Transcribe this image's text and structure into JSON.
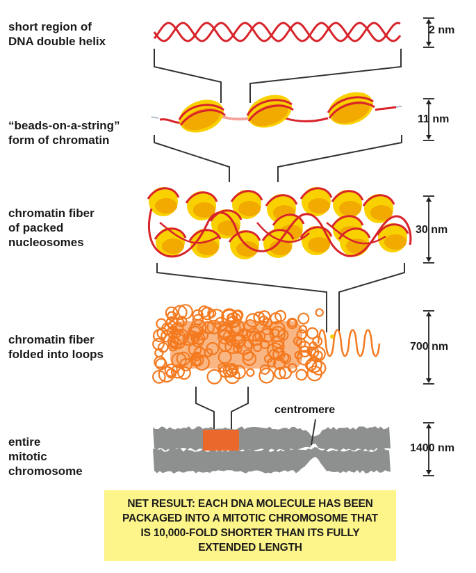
{
  "levels": [
    {
      "id": "dna",
      "lines": [
        "short region of",
        "DNA double helix"
      ],
      "scale": "2 nm"
    },
    {
      "id": "beads",
      "lines": [
        "“beads-on-a-string”",
        "form of chromatin"
      ],
      "scale": "11 nm"
    },
    {
      "id": "fiber30",
      "lines": [
        "chromatin fiber",
        "of packed",
        "nucleosomes"
      ],
      "scale": "30 nm"
    },
    {
      "id": "loops",
      "lines": [
        "chromatin fiber",
        "folded into loops"
      ],
      "scale": "700 nm"
    },
    {
      "id": "chromosome",
      "lines": [
        "entire",
        "mitotic",
        "chromosome"
      ],
      "scale": "1400 nm"
    }
  ],
  "centromere_label": "centromere",
  "net_result": [
    "NET RESULT: EACH DNA MOLECULE HAS BEEN",
    "PACKAGED INTO A MITOTIC CHROMOSOME THAT",
    "IS 10,000-FOLD SHORTER THAN ITS FULLY",
    "EXTENDED LENGTH"
  ],
  "colors": {
    "dna_red": "#d8232a",
    "nucleosome_yellow": "#f9d100",
    "nucleosome_orange": "#f2a900",
    "linker_pink": "#f3a39a",
    "loop_orange": "#f47a20",
    "chromosome_gray": "#8e9090",
    "highlight_orange": "#f26522",
    "box_yellow": "#fdf58a"
  }
}
